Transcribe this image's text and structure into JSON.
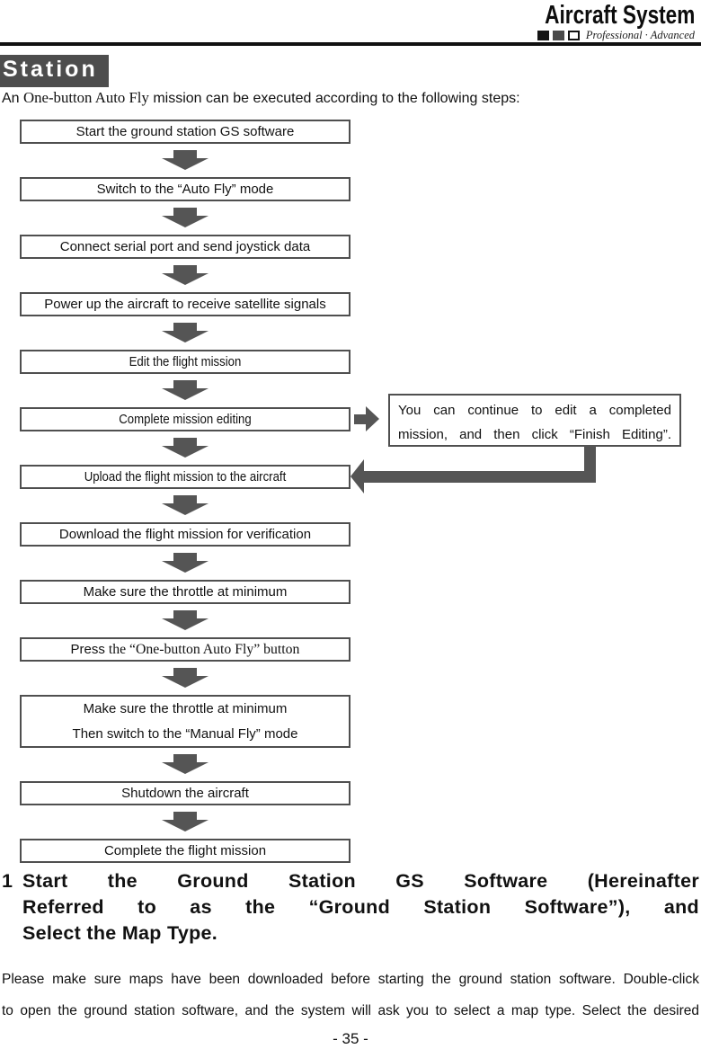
{
  "logo": {
    "name": "Aircraft System",
    "tagline": "Professional · Advanced"
  },
  "colors": {
    "rule": "#101010",
    "station_bg": "#4d4d4d",
    "box_border": "#4f4f4f",
    "arrow": "#555555"
  },
  "section_label": "Station",
  "intro": {
    "segments": [
      {
        "text": "An ",
        "serif": false
      },
      {
        "text": "One-button Auto Fly",
        "serif": true
      },
      {
        "text": " mission can be executed according to the following steps:",
        "serif": false
      }
    ]
  },
  "flowchart": {
    "steps": [
      {
        "lines": [
          [
            {
              "text": "Start the ground station GS software",
              "serif": false
            }
          ]
        ]
      },
      {
        "lines": [
          [
            {
              "text": "Switch to the “Auto Fly” mode",
              "serif": false
            }
          ]
        ]
      },
      {
        "lines": [
          [
            {
              "text": "Connect serial port and send joystick data",
              "serif": false
            }
          ]
        ]
      },
      {
        "lines": [
          [
            {
              "text": "Power up the aircraft to receive satellite signals",
              "serif": false
            }
          ]
        ]
      },
      {
        "lines": [
          [
            {
              "text": "Edit the flight mission",
              "serif": false
            }
          ]
        ]
      },
      {
        "lines": [
          [
            {
              "text": "Complete mission editing",
              "serif": false
            }
          ]
        ]
      },
      {
        "lines": [
          [
            {
              "text": "Upload the flight mission to the aircraft",
              "serif": false
            }
          ]
        ]
      },
      {
        "lines": [
          [
            {
              "text": "Download the flight mission for verification",
              "serif": false
            }
          ]
        ]
      },
      {
        "lines": [
          [
            {
              "text": "Make sure the throttle at minimum",
              "serif": false
            }
          ]
        ]
      },
      {
        "lines": [
          [
            {
              "text": "Press",
              "serif": false
            },
            {
              "text": " the “One-button Auto Fly” button",
              "serif": true
            }
          ]
        ]
      },
      {
        "lines": [
          [
            {
              "text": "Make sure the throttle at minimum",
              "serif": false
            }
          ],
          [
            {
              "text": "Then switch to the “Manual Fly” mode",
              "serif": false
            }
          ]
        ]
      },
      {
        "lines": [
          [
            {
              "text": "Shutdown the aircraft",
              "serif": false
            }
          ]
        ]
      },
      {
        "lines": [
          [
            {
              "text": "Complete the flight mission",
              "serif": false
            }
          ]
        ]
      }
    ],
    "note": {
      "lines": [
        "You can continue to edit a completed",
        "mission, and then click “Finish Editing”."
      ]
    }
  },
  "heading": {
    "number": "1",
    "lines": [
      "Start the Ground Station GS Software (Hereinafter",
      "Referred to as the “Ground Station Software”), and",
      "Select the Map Type."
    ]
  },
  "paragraph": {
    "lines": [
      "Please make sure maps have been downloaded before starting the ground station software. Double-click",
      "to open the ground station software, and the system will ask you to select a map type. Select the desired"
    ]
  },
  "page_number": "- 35 -"
}
